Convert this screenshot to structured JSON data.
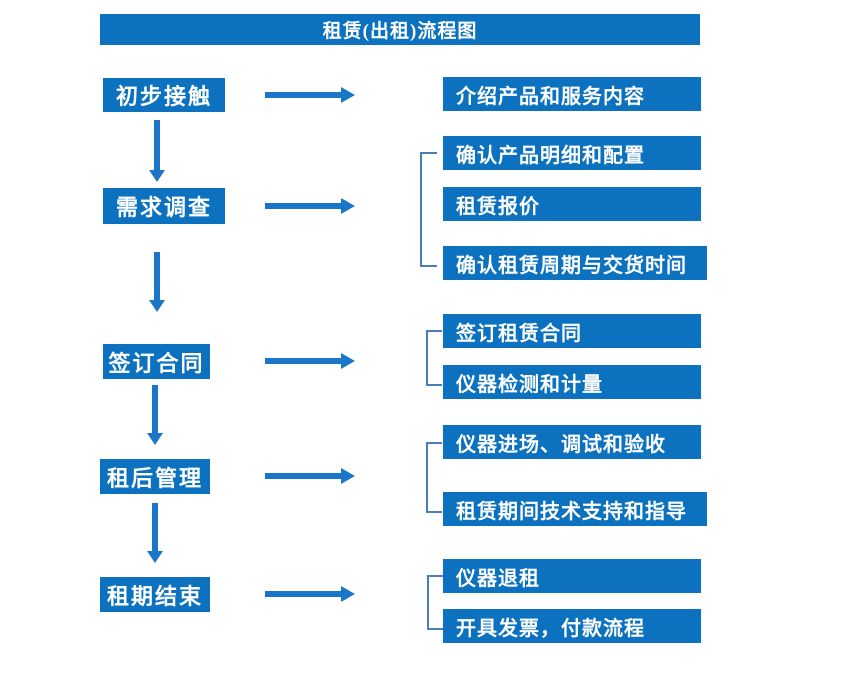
{
  "title": "租赁(出租)流程图",
  "colors": {
    "box_blue": "#0C72C0",
    "arrow_blue": "#1B75C8",
    "bracket_blue": "#4A7EBB",
    "text_white": "#FFFFFF"
  },
  "flow": {
    "steps": [
      {
        "label": "初步接触",
        "details": [
          "介绍产品和服务内容"
        ]
      },
      {
        "label": "需求调查",
        "details": [
          "确认产品明细和配置",
          "租赁报价",
          "确认租赁周期与交货时间"
        ]
      },
      {
        "label": "签订合同",
        "details": [
          "签订租赁合同",
          "仪器检测和计量"
        ]
      },
      {
        "label": "租后管理",
        "details": [
          "仪器进场、调试和验收",
          "租赁期间技术支持和指导"
        ]
      },
      {
        "label": "租期结束",
        "details": [
          "仪器退租",
          "开具发票，付款流程"
        ]
      }
    ]
  }
}
